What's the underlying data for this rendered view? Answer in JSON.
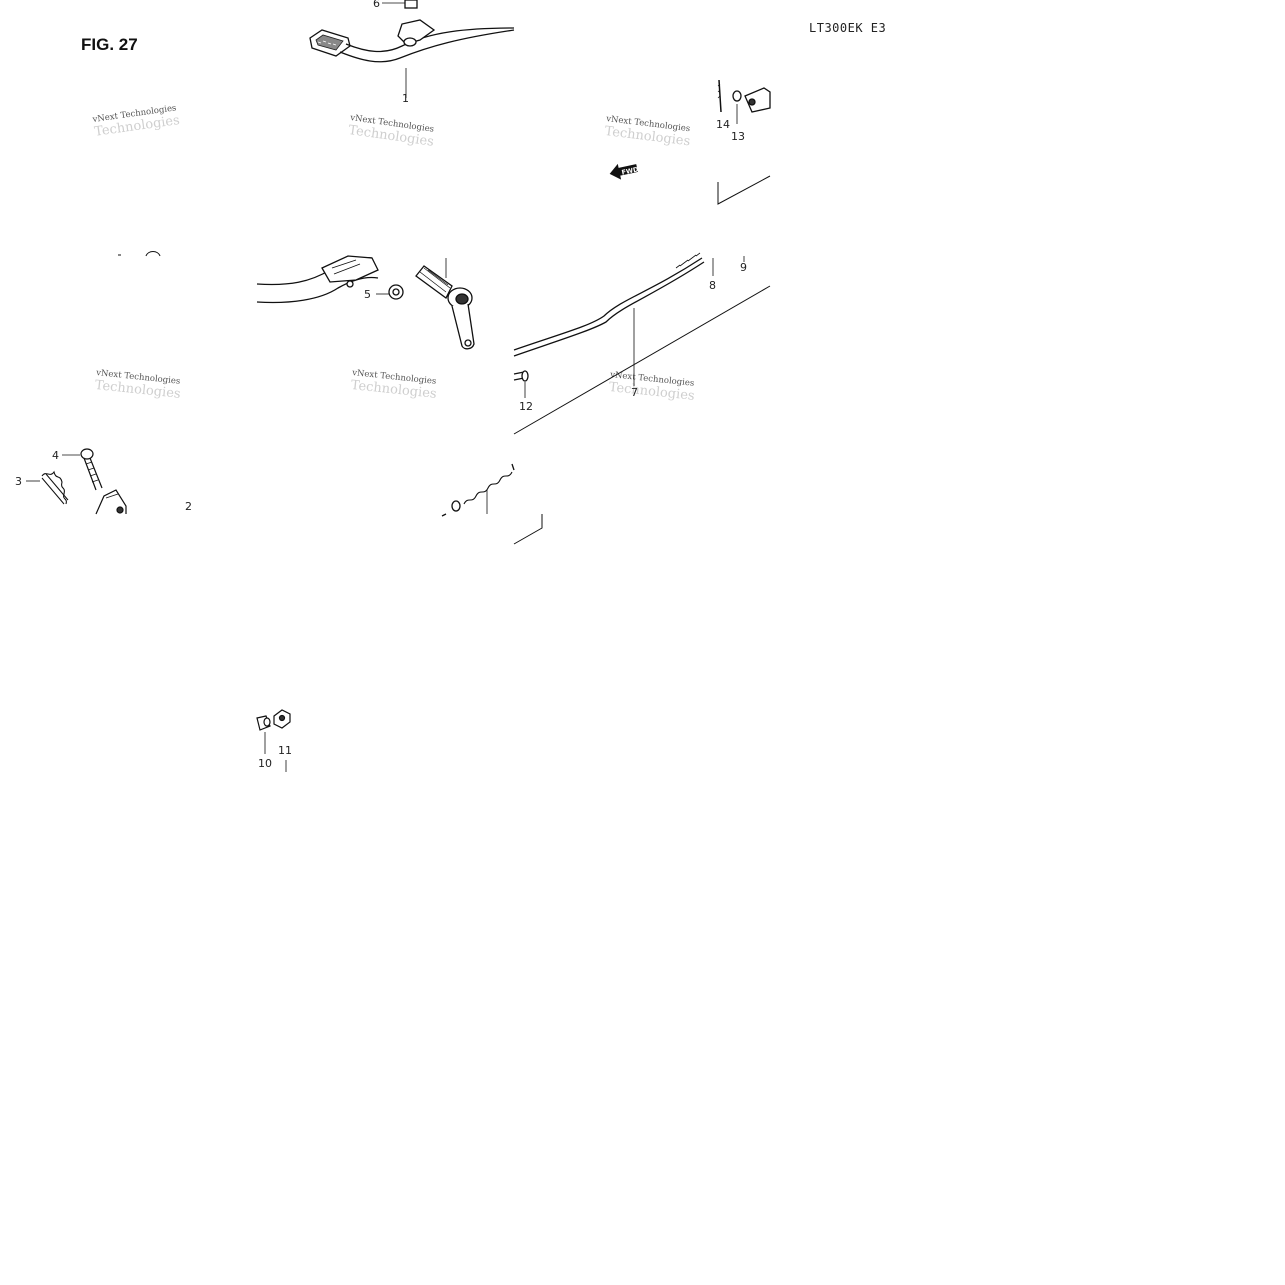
{
  "figure": {
    "title": "FIG. 27",
    "model_code": "LT300EK E3"
  },
  "diagram": {
    "fwd_arrow_label": "FWD",
    "callouts": [
      {
        "id": "c1",
        "label": "1"
      },
      {
        "id": "c2",
        "label": "2"
      },
      {
        "id": "c3",
        "label": "3"
      },
      {
        "id": "c4",
        "label": "4"
      },
      {
        "id": "c5",
        "label": "5"
      },
      {
        "id": "c6",
        "label": "6"
      },
      {
        "id": "c7",
        "label": "7"
      },
      {
        "id": "c8",
        "label": "8"
      },
      {
        "id": "c9",
        "label": "9"
      },
      {
        "id": "c10",
        "label": "10"
      },
      {
        "id": "c11",
        "label": "11"
      },
      {
        "id": "c12",
        "label": "12"
      },
      {
        "id": "c13",
        "label": "13"
      },
      {
        "id": "c14",
        "label": "14"
      }
    ]
  },
  "watermark": {
    "line1": "vNext Technologies",
    "line2": "Technologies"
  }
}
